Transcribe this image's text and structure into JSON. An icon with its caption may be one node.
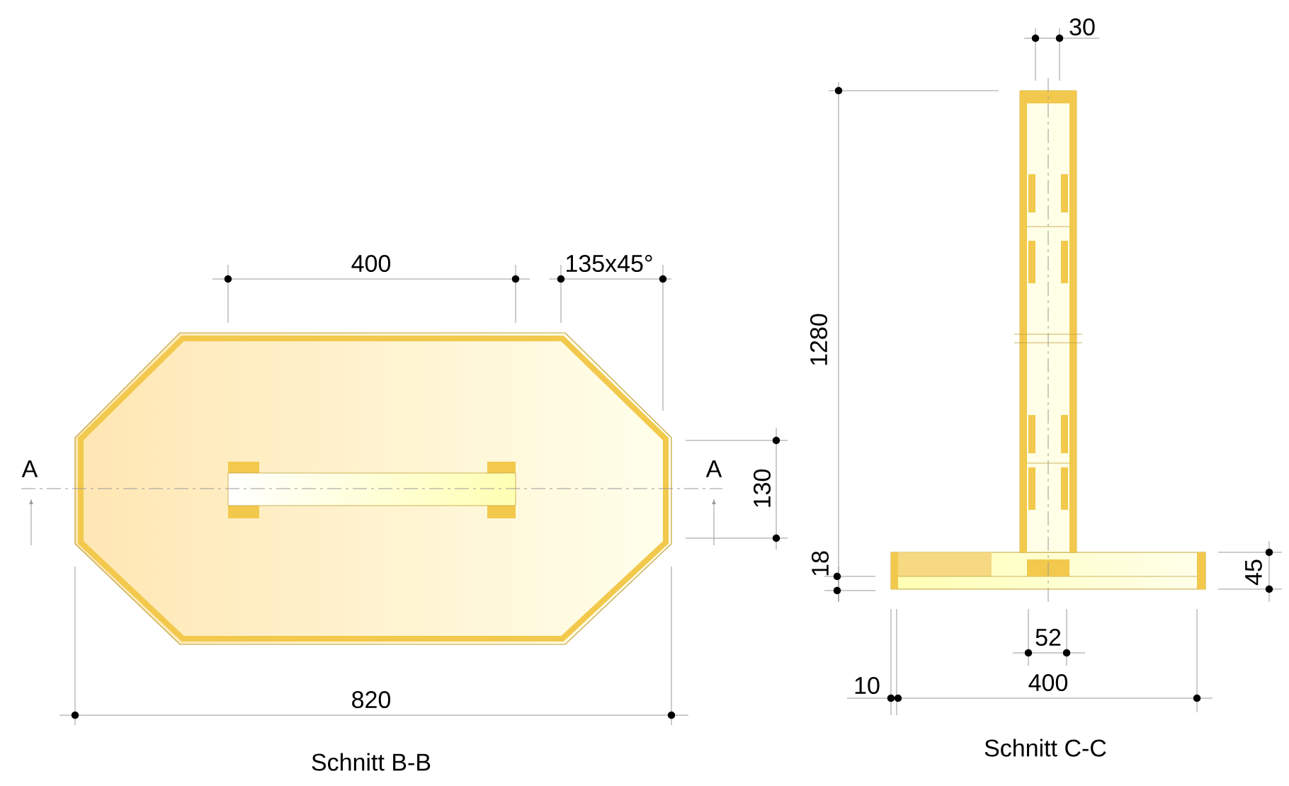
{
  "diagram": {
    "labels": [
      "30",
      "400",
      "135x45°",
      "1280",
      "A",
      "A",
      "130",
      "18",
      "45",
      "52",
      "10",
      "400",
      "820",
      "Schnitt B-B",
      "Schnitt C-C"
    ]
  }
}
